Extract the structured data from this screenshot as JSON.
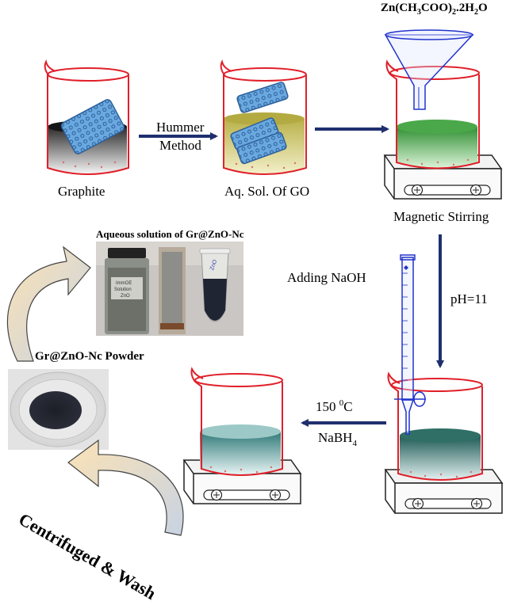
{
  "labels": {
    "graphite": "Graphite",
    "hummer_line1": "Hummer",
    "hummer_line2": "Method",
    "aq_go": "Aq. Sol. Of GO",
    "zn_formula": "Zn(CH3COO)2.2H2O",
    "magnetic_stirring": "Magnetic Stirring",
    "adding_naoh": "Adding NaOH",
    "ph": "pH=11",
    "temperature": "150 0C",
    "nabh4": "NaBH4",
    "powder": "Gr@ZnO-Nc Powder",
    "aqueous_solution": "Aqueous solution of Gr@ZnO-Nc",
    "centrifuged": "Centrifuged & Wash",
    "vial_label_lines": [
      "ImmOE",
      "Solution",
      "ZnO"
    ],
    "tube_mark": "ZnO"
  },
  "colors": {
    "beaker_outline": "#e0202a",
    "arrow": "#1f2f6e",
    "graphene_sheet": "#5b9bd5",
    "graphite_liquid": "#2f2f2f",
    "go_liquid": "#c9c25a",
    "zn_liquid": "#3f9f3f",
    "naoh_liquid": "#2f6f66",
    "final_liquid": "#3f8080",
    "curved_arrow": "#f7cf91",
    "funnel": "#2233cc",
    "burette": "#2233cc"
  },
  "icons": [
    "beaker-icon",
    "hotplate-icon",
    "funnel-icon",
    "burette-icon",
    "graphene-sheet-icon",
    "curved-arrow-icon"
  ]
}
